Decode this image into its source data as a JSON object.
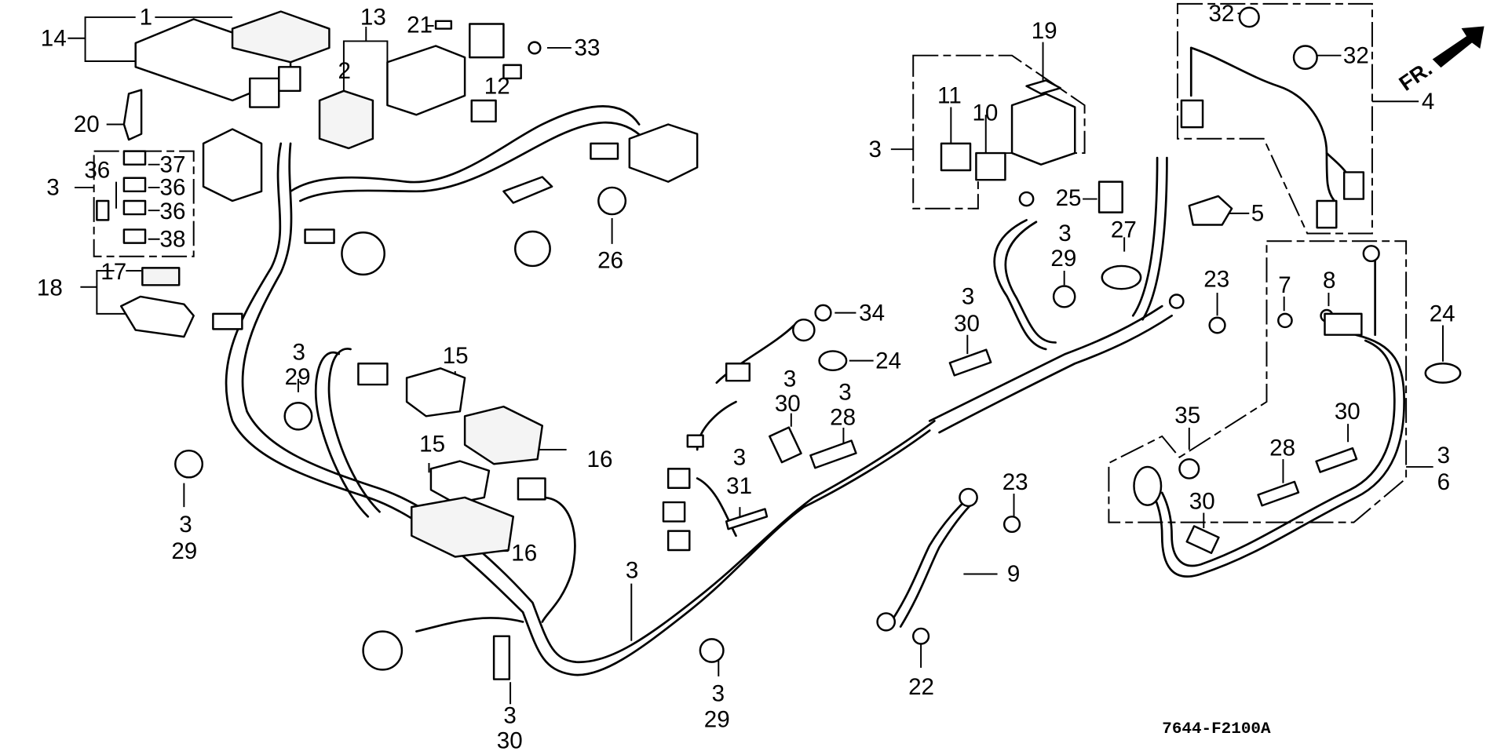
{
  "diagram": {
    "title_code": "7644-F2100A",
    "direction_indicator": "FR.",
    "callouts": [
      {
        "id": "c14",
        "text": "14"
      },
      {
        "id": "c1",
        "text": "1"
      },
      {
        "id": "c13",
        "text": "13"
      },
      {
        "id": "c21",
        "text": "21"
      },
      {
        "id": "c2",
        "text": "2"
      },
      {
        "id": "c12",
        "text": "12"
      },
      {
        "id": "c33",
        "text": "33"
      },
      {
        "id": "c20",
        "text": "20"
      },
      {
        "id": "c3a",
        "text": "3"
      },
      {
        "id": "c36a",
        "text": "36"
      },
      {
        "id": "c37",
        "text": "37"
      },
      {
        "id": "c36b",
        "text": "36"
      },
      {
        "id": "c36c",
        "text": "36"
      },
      {
        "id": "c38",
        "text": "38"
      },
      {
        "id": "c17",
        "text": "17"
      },
      {
        "id": "c18",
        "text": "18"
      },
      {
        "id": "c26",
        "text": "26"
      },
      {
        "id": "c19",
        "text": "19"
      },
      {
        "id": "c11",
        "text": "11"
      },
      {
        "id": "c10",
        "text": "10"
      },
      {
        "id": "c3b",
        "text": "3"
      },
      {
        "id": "c25",
        "text": "25"
      },
      {
        "id": "c27",
        "text": "27"
      },
      {
        "id": "c3c",
        "text": "3"
      },
      {
        "id": "c29a",
        "text": "29"
      },
      {
        "id": "c32a",
        "text": "32"
      },
      {
        "id": "c32b",
        "text": "32"
      },
      {
        "id": "c4",
        "text": "4"
      },
      {
        "id": "c5",
        "text": "5"
      },
      {
        "id": "c23a",
        "text": "23"
      },
      {
        "id": "c7",
        "text": "7"
      },
      {
        "id": "c8",
        "text": "8"
      },
      {
        "id": "c24a",
        "text": "24"
      },
      {
        "id": "c34",
        "text": "34"
      },
      {
        "id": "c24b",
        "text": "24"
      },
      {
        "id": "c3d",
        "text": "3"
      },
      {
        "id": "c30a",
        "text": "30"
      },
      {
        "id": "c3e",
        "text": "3"
      },
      {
        "id": "c30b",
        "text": "30"
      },
      {
        "id": "c3f",
        "text": "3"
      },
      {
        "id": "c28a",
        "text": "28"
      },
      {
        "id": "c3g",
        "text": "3"
      },
      {
        "id": "c29b",
        "text": "29"
      },
      {
        "id": "c15a",
        "text": "15"
      },
      {
        "id": "c15b",
        "text": "15"
      },
      {
        "id": "c16a",
        "text": "16"
      },
      {
        "id": "c16b",
        "text": "16"
      },
      {
        "id": "c3h",
        "text": "3"
      },
      {
        "id": "c29c",
        "text": "29"
      },
      {
        "id": "c3i",
        "text": "3"
      },
      {
        "id": "c31",
        "text": "31"
      },
      {
        "id": "c3j",
        "text": "3"
      },
      {
        "id": "c35",
        "text": "35"
      },
      {
        "id": "c30c",
        "text": "30"
      },
      {
        "id": "c28b",
        "text": "28"
      },
      {
        "id": "c30d",
        "text": "30"
      },
      {
        "id": "c3k",
        "text": "3"
      },
      {
        "id": "c6",
        "text": "6"
      },
      {
        "id": "c23b",
        "text": "23"
      },
      {
        "id": "c9",
        "text": "9"
      },
      {
        "id": "c22",
        "text": "22"
      },
      {
        "id": "c3l",
        "text": "3"
      },
      {
        "id": "c30e",
        "text": "30"
      },
      {
        "id": "c3m",
        "text": "3"
      },
      {
        "id": "c29d",
        "text": "29"
      }
    ]
  }
}
